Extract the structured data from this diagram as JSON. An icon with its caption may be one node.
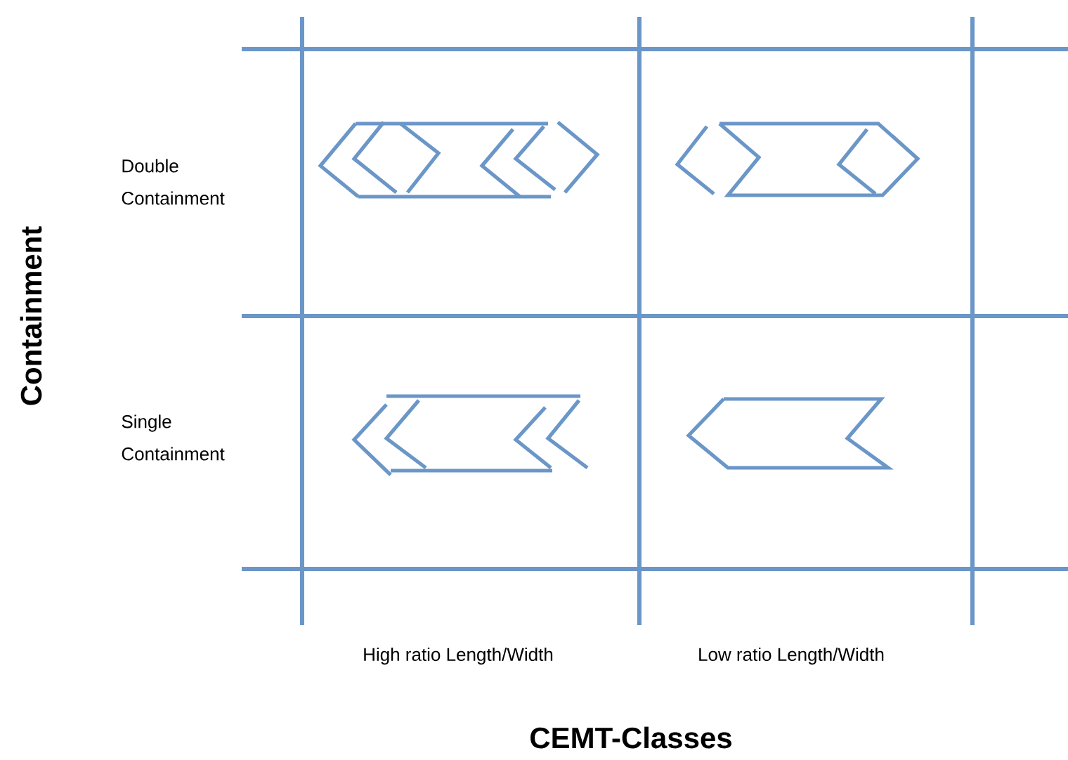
{
  "diagram": {
    "labels": [
      "Double Containment",
      "Containment",
      "Single Containment",
      "High ratio Length/Width",
      "Low ratio Length/Width",
      "CEMT-Classes"
    ]
  }
}
